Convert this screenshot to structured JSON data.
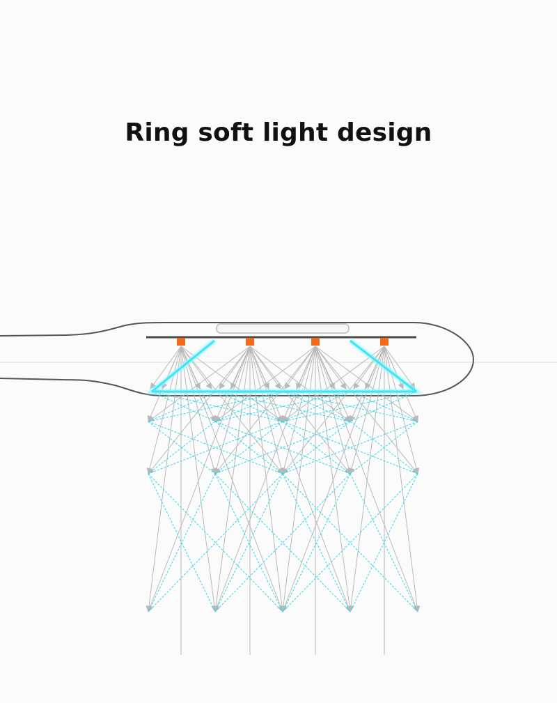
{
  "title": "Ring soft light design",
  "colors": {
    "background": "#fbfbfb",
    "device_outline": "#555555",
    "led": "#f26b1d",
    "light_guide": "#3fe6f2",
    "dashed_ray": "#2fd8ea",
    "gray_ray": "#b9b9b9",
    "title_text": "#111111"
  },
  "diagram": {
    "led_count": 4,
    "ray_levels": 3
  }
}
